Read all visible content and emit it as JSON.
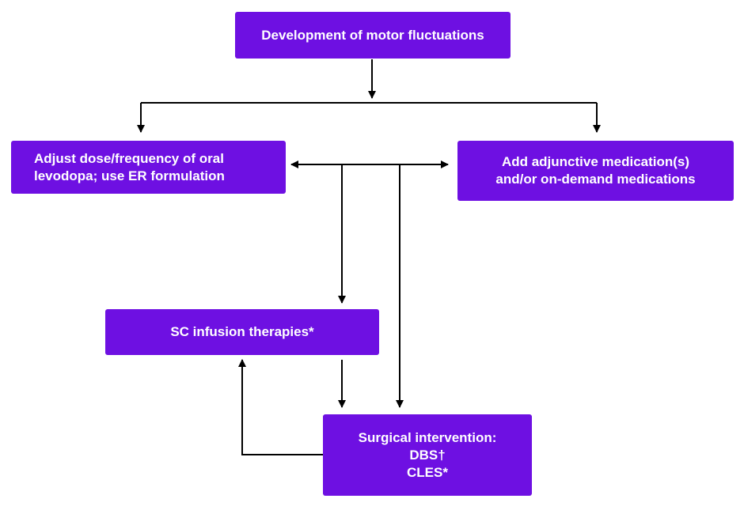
{
  "nodes": {
    "top": {
      "lines": [
        "Development of motor fluctuations"
      ]
    },
    "left": {
      "lines": [
        "Adjust dose/frequency of oral",
        "levodopa; use ER formulation"
      ]
    },
    "right": {
      "lines": [
        "Add adjunctive medication(s)",
        "and/or on-demand medications"
      ]
    },
    "sc": {
      "lines": [
        "SC infusion therapies*"
      ]
    },
    "surgical": {
      "lines": [
        "Surgical intervention:",
        "DBS†",
        "CLES*"
      ]
    }
  },
  "colors": {
    "box_fill": "#6e10e2",
    "box_text": "#ffffff",
    "connector": "#000000"
  }
}
